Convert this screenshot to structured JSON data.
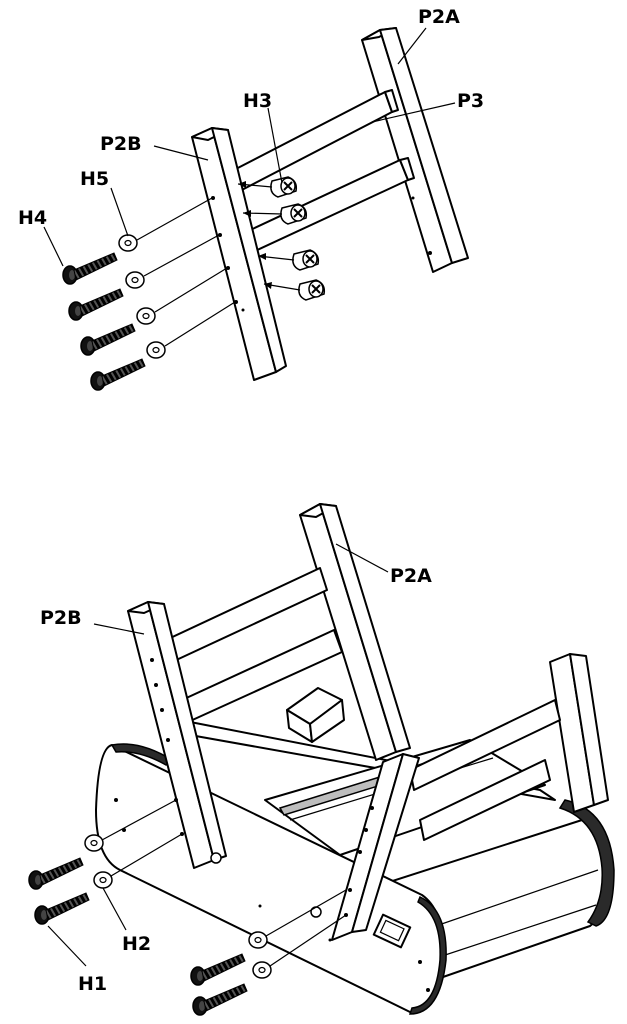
{
  "labels": {
    "top": {
      "p2a": "P2A",
      "p3": "P3",
      "h3": "H3",
      "p2b": "P2B",
      "h5": "H5",
      "h4": "H4"
    },
    "bottom": {
      "p2a": "P2A",
      "p2b": "P2B",
      "h2": "H2",
      "h1": "H1"
    }
  }
}
